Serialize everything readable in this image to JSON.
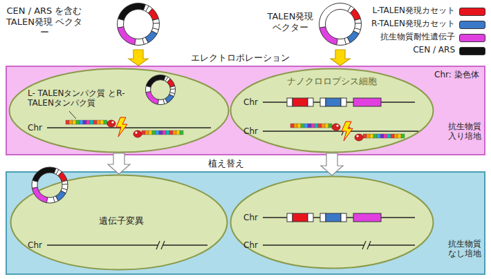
{
  "diagram": {
    "nodes": [
      {
        "text": [
          "CEN / ARS を含む TALEN発現 ベクター"
        ]
      },
      {
        "text": [
          "TALEN発現 ベクター"
        ]
      },
      {
        "text": [
          "Chr: 染色体",
          "抗生物質 入り培地"
        ]
      },
      {
        "text": [
          "L- TALENタンパク質 とR-TALENタンパク質",
          "Chr"
        ],
        "in": 2
      },
      {
        "text": [
          "ナノクロロプシス細胞",
          "Chr",
          "Chr"
        ],
        "in": 2
      },
      {
        "text": [
          "抗生物質 なし培地"
        ]
      },
      {
        "text": [
          "遺伝子変異",
          "Chr"
        ],
        "in": 5
      },
      {
        "text": [
          "Chr",
          "Chr"
        ],
        "in": 5
      }
    ],
    "edges": [
      {
        "from": 0,
        "to": 2,
        "arrow": "to"
      },
      {
        "from": 1,
        "to": 2,
        "arrow": "to"
      },
      {
        "from": 3,
        "to": 6,
        "arrow": "to"
      },
      {
        "from": 4,
        "to": 7,
        "arrow": "to"
      }
    ],
    "labels": [
      "エレクトロポレーション",
      "植え替え"
    ],
    "legend": [
      {
        "text": "L-TALEN発現カセット",
        "color": "#e8141c"
      },
      {
        "text": "R-TALEN発現カセット",
        "color": "#3a78c8"
      },
      {
        "text": "抗生物質耐性遺伝子",
        "color": "#e040e0"
      },
      {
        "text": "CEN / ARS",
        "color": "#111111"
      }
    ]
  }
}
